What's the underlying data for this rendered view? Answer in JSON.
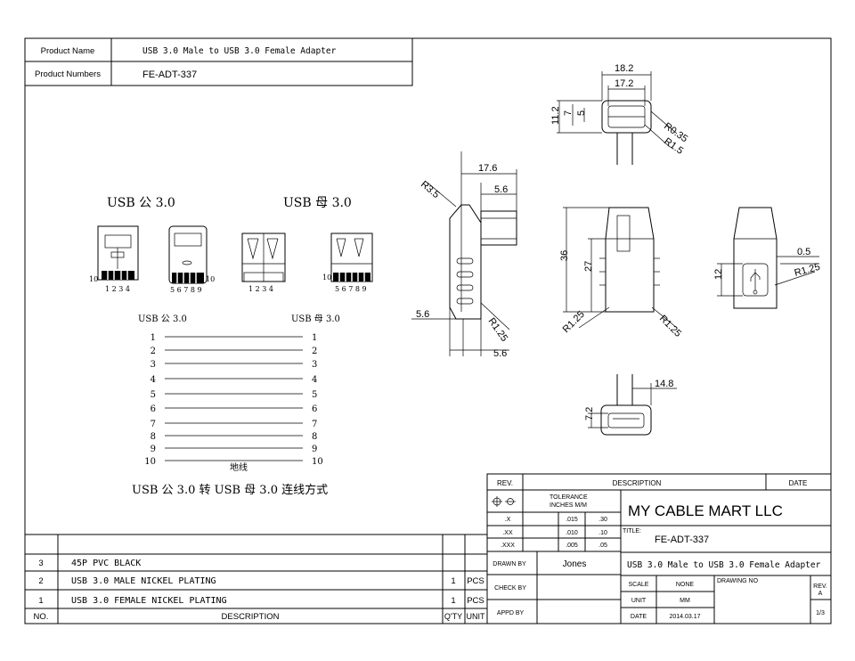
{
  "header": {
    "product_name_label": "Product Name",
    "product_name_value": "USB 3.0 Male to USB 3.0 Female Adapter",
    "product_numbers_label": "Product Numbers",
    "product_numbers_value": "FE-ADT-337"
  },
  "connectors": {
    "male_title": "USB 公 3.0",
    "female_title": "USB 母 3.0",
    "male_a_pin_left": "10",
    "male_a_pins": "1 2 3 4",
    "male_b_pins": "5 6 7 8 9",
    "male_b_pin_right": "10",
    "female_a_pins": "1 2 3 4",
    "female_b_pin_left": "10",
    "female_b_pins": "5 6 7 8 9"
  },
  "wiring": {
    "left_title": "USB 公 3.0",
    "right_title": "USB 母 3.0",
    "pins": [
      "1",
      "2",
      "3",
      "4",
      "5",
      "6",
      "7",
      "8",
      "9",
      "10"
    ],
    "ground_label": "地线",
    "caption": "USB 公 3.0 转 USB 母 3.0 连线方式"
  },
  "dimensions": {
    "top_width_outer": "18.2",
    "top_width_inner": "17.2",
    "top_height_outer": "11.2",
    "top_height_mid": "7",
    "top_height_inner": "5",
    "top_r1": "R0.35",
    "top_r2": "R1.5",
    "side_width": "17.6",
    "side_plug": "5.6",
    "side_r_top": "R3.5",
    "side_left": "5.6",
    "side_r_bottom": "R1.25",
    "side_bottom": "5.6",
    "front_height_total": "36",
    "front_height_inner": "27",
    "front_r_left": "R1.25",
    "front_r_right": "R1.25",
    "end_gap": "0.5",
    "end_r": "R1.25",
    "end_height": "12",
    "bottom_width": "14.8",
    "bottom_height": "7.2"
  },
  "bom": {
    "rows": [
      {
        "no": "3",
        "desc": "45P PVC BLACK",
        "qty": "",
        "unit": ""
      },
      {
        "no": "2",
        "desc": "USB 3.0 MALE NICKEL PLATING",
        "qty": "1",
        "unit": "PCS"
      },
      {
        "no": "1",
        "desc": "USB 3.0 FEMALE NICKEL PLATING",
        "qty": "1",
        "unit": "PCS"
      }
    ],
    "header_no": "NO.",
    "header_desc": "DESCRIPTION",
    "header_qty": "Q'TY",
    "header_unit": "UNIT"
  },
  "title_block": {
    "rev_label": "REV.",
    "description_label": "DESCRIPTION",
    "date_label": "DATE",
    "tolerance_label": "TOLERANCE",
    "tolerance_units": "INCHES  M/M",
    "tolerances": [
      {
        "place": ".X",
        "inches": ".015",
        "mm": ".30"
      },
      {
        "place": ".XX",
        "inches": ".010",
        "mm": ".10"
      },
      {
        "place": ".XXX",
        "inches": ".005",
        "mm": ".05"
      }
    ],
    "company": "MY CABLE MART LLC",
    "title_label": "TITLE:",
    "title_value": "FE-ADT-337",
    "drawn_by_label": "DRAWN BY",
    "drawn_by_value": "Jones",
    "check_by_label": "CHECK BY",
    "appd_by_label": "APPD BY",
    "subtitle": "USB 3.0 Male to USB 3.0 Female Adapter",
    "scale_label": "SCALE",
    "scale_value": "NONE",
    "unit_label": "UNIT",
    "unit_value": "MM",
    "date_field_label": "DATE",
    "date_value": "2014.03.17",
    "drawing_no_label": "DRAWING NO",
    "rev_field_label": "REV.",
    "rev_value": "A",
    "sheet": "1/3"
  }
}
